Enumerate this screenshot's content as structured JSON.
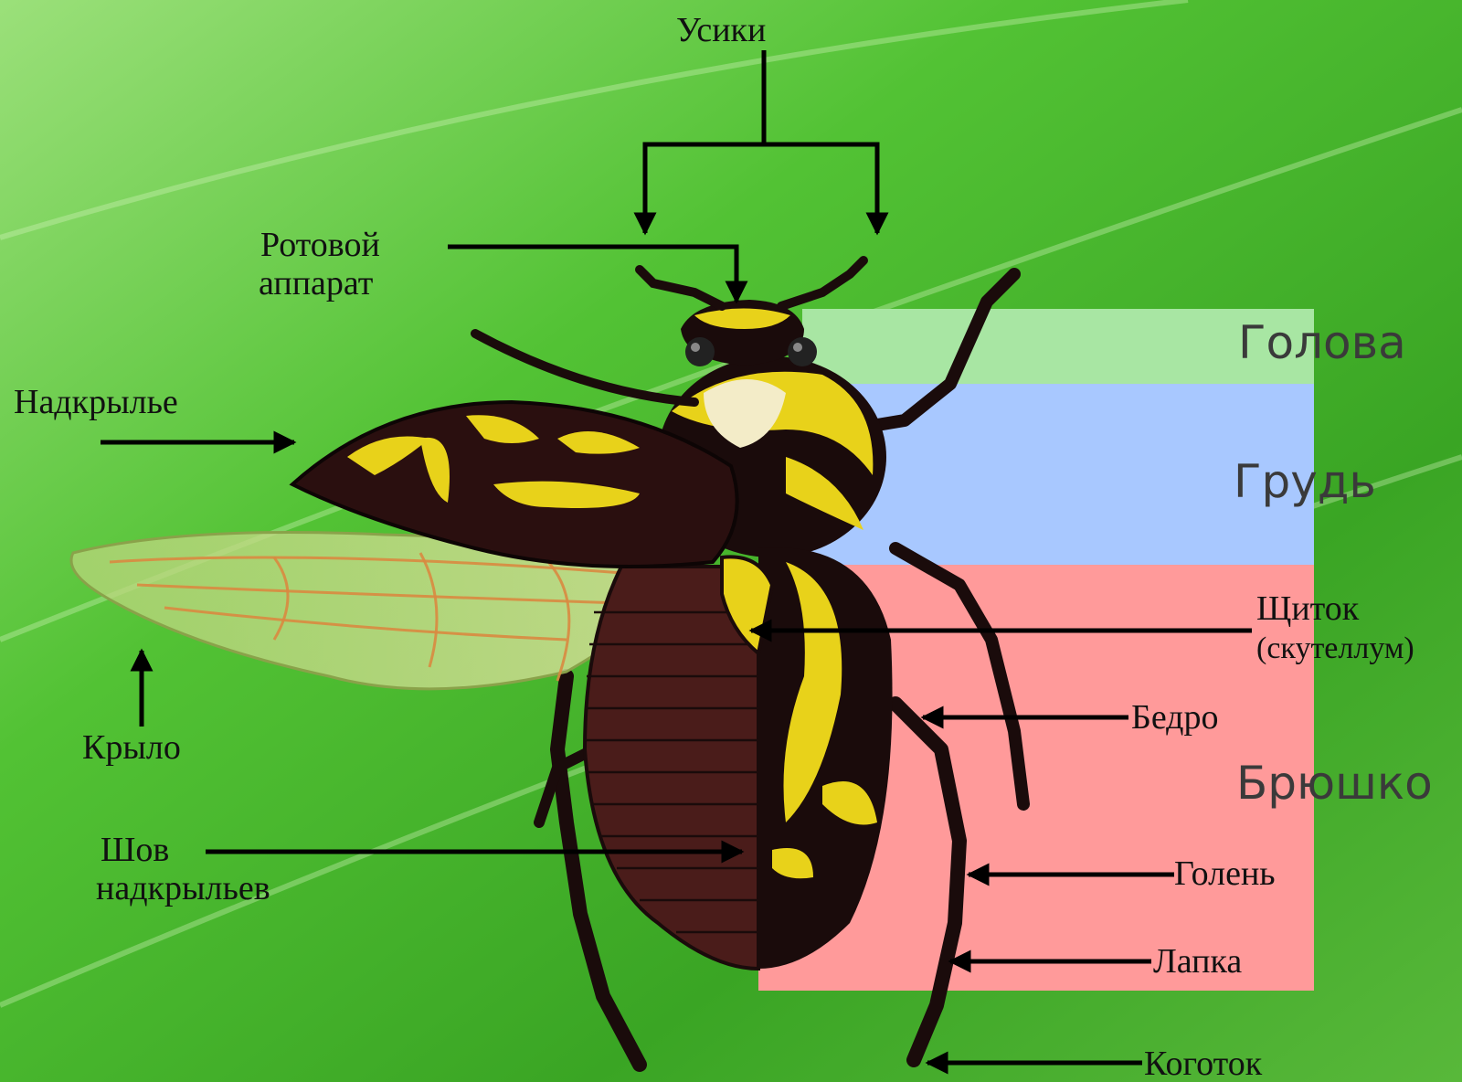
{
  "diagram": {
    "regions": [
      {
        "key": "head",
        "label": "Голова",
        "color": "#a8e6a3"
      },
      {
        "key": "thorax",
        "label": "Грудь",
        "color": "#a8c8ff"
      },
      {
        "key": "abdomen",
        "label": "Брюшко",
        "color": "#ff9a9a"
      }
    ],
    "labels": {
      "antennae": "Усики",
      "mouthparts_1": "Ротовой",
      "mouthparts_2": "аппарат",
      "elytron": "Надкрылье",
      "wing": "Крыло",
      "suture_1": "Шов",
      "suture_2": "надкрыльев",
      "scutellum_1": "Щиток",
      "scutellum_2": "(скутеллум)",
      "femur": "Бедро",
      "tibia": "Голень",
      "tarsus": "Лапка",
      "claw": "Коготок"
    },
    "colors": {
      "beetle_body": "#2a0f0f",
      "beetle_stripes": "#e8d21a",
      "abdomen_segments": "#4a1c1a",
      "wing": "#c9d98a",
      "background": "#4fb52e"
    }
  }
}
